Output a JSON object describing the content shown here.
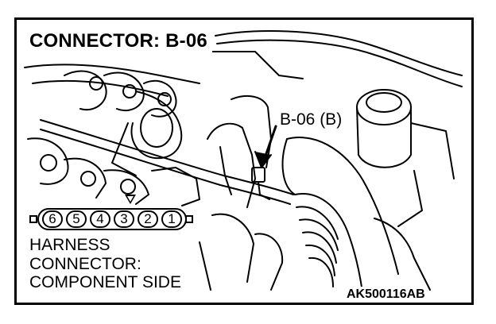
{
  "title": "CONNECTOR: B-06",
  "callout_label": "B-06 (B)",
  "connector_pins": [
    "6",
    "5",
    "4",
    "3",
    "2",
    "1"
  ],
  "harness_label": {
    "line1": "HARNESS",
    "line2": "CONNECTOR:",
    "line3": "COMPONENT SIDE"
  },
  "figure_code": "AK500116AB"
}
